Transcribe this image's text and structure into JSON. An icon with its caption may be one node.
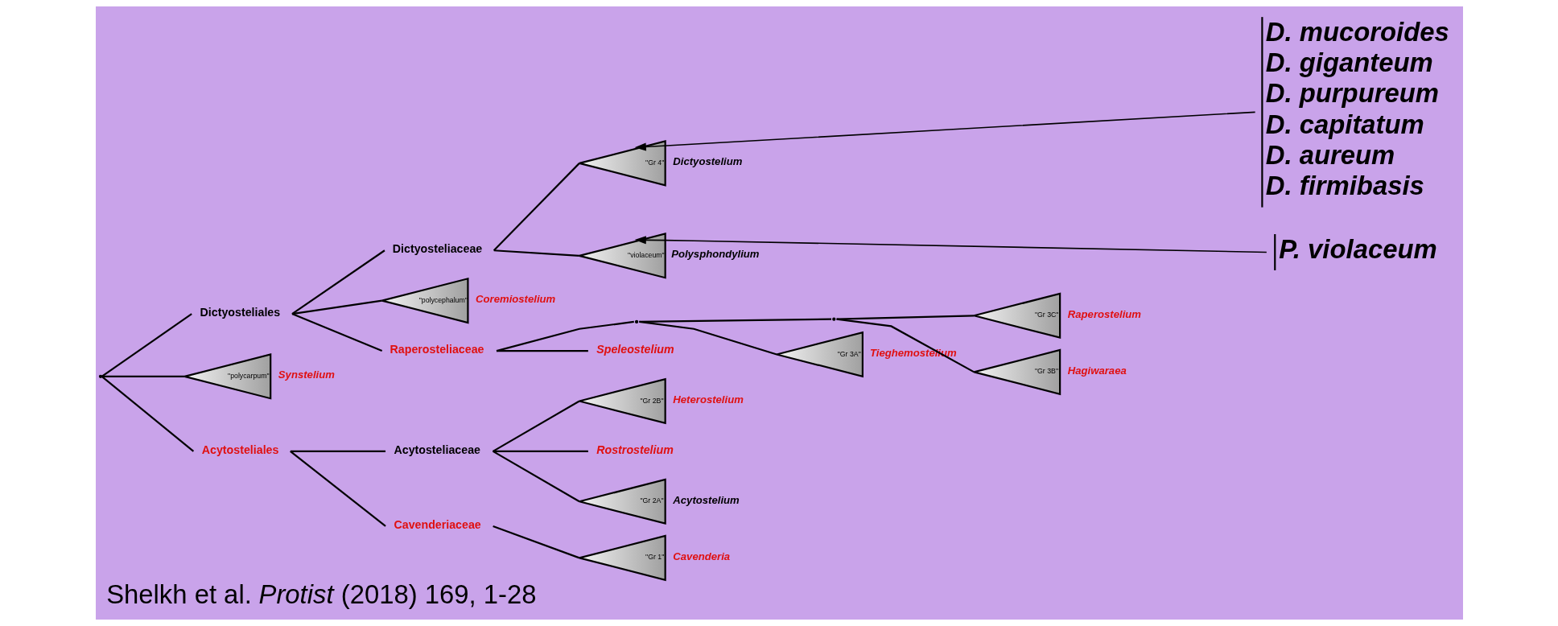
{
  "diagram": {
    "caption": "Shelkh et al. *Protist* (2018) 169, 1-28",
    "nodes": [
      {
        "text": [],
        "shape": "point"
      },
      {
        "text": [
          "Dictyosteliales"
        ]
      },
      {
        "text": [
          "Dictyosteliaceae"
        ]
      },
      {
        "text": [
          "\"Gr 4\""
        ],
        "beside": [
          "Dictyostelium"
        ]
      },
      {
        "text": [
          "\"violaceum\""
        ],
        "beside": [
          "Polysphondylium"
        ]
      },
      {
        "text": [
          "\"polycephalum\""
        ],
        "beside": [
          "Coremiostelium"
        ]
      },
      {
        "text": [
          "Raperosteliaceae"
        ]
      },
      {
        "text": [],
        "shape": "point"
      },
      {
        "text": [],
        "shape": "point"
      },
      {
        "text": [
          "\"Gr 3C\""
        ],
        "beside": [
          "Raperostelium"
        ]
      },
      {
        "text": [
          "\"Gr 3B\""
        ],
        "beside": [
          "Hagiwaraea"
        ]
      },
      {
        "text": [
          "\"Gr 3A\""
        ],
        "beside": [
          "Tieghemostelium"
        ]
      },
      {
        "text": [
          "Speleostelium"
        ]
      },
      {
        "text": [
          "\"polycarpum\""
        ],
        "beside": [
          "Synstelium"
        ]
      },
      {
        "text": [
          "Acytosteliales"
        ]
      },
      {
        "text": [
          "Acytosteliaceae"
        ]
      },
      {
        "text": [
          "\"Gr 2B\""
        ],
        "beside": [
          "Heterostelium"
        ]
      },
      {
        "text": [
          "Rostrostelium"
        ]
      },
      {
        "text": [
          "\"Gr 2A\""
        ],
        "beside": [
          "Acytostelium"
        ]
      },
      {
        "text": [
          "Cavenderiaceae"
        ]
      },
      {
        "text": [
          "\"Gr 1\""
        ],
        "beside": [
          "Cavenderia"
        ]
      },
      {
        "text": [
          "D. mucoroides",
          "D. giganteum",
          "D. purpureum",
          "D. capitatum",
          "D. aureum",
          "D. firmibasis"
        ]
      },
      {
        "text": [
          "P. violaceum"
        ]
      }
    ],
    "edges": [
      {
        "from": 0,
        "to": 1,
        "arrow": "none"
      },
      {
        "from": 0,
        "to": 13,
        "arrow": "none"
      },
      {
        "from": 0,
        "to": 14,
        "arrow": "none"
      },
      {
        "from": 1,
        "to": 2,
        "arrow": "none"
      },
      {
        "from": 1,
        "to": 5,
        "arrow": "none"
      },
      {
        "from": 1,
        "to": 6,
        "arrow": "none"
      },
      {
        "from": 2,
        "to": 3,
        "arrow": "none"
      },
      {
        "from": 2,
        "to": 4,
        "arrow": "none"
      },
      {
        "from": 6,
        "to": 7,
        "arrow": "none"
      },
      {
        "from": 6,
        "to": 12,
        "arrow": "none"
      },
      {
        "from": 7,
        "to": 8,
        "arrow": "none"
      },
      {
        "from": 7,
        "to": 11,
        "arrow": "none"
      },
      {
        "from": 8,
        "to": 9,
        "arrow": "none"
      },
      {
        "from": 8,
        "to": 10,
        "arrow": "none"
      },
      {
        "from": 14,
        "to": 15,
        "arrow": "none"
      },
      {
        "from": 14,
        "to": 19,
        "arrow": "none"
      },
      {
        "from": 15,
        "to": 16,
        "arrow": "none"
      },
      {
        "from": 15,
        "to": 17,
        "arrow": "none"
      },
      {
        "from": 15,
        "to": 18,
        "arrow": "none"
      },
      {
        "from": 19,
        "to": 20,
        "arrow": "none"
      },
      {
        "from": 21,
        "to": 3,
        "arrow": "to"
      },
      {
        "from": 22,
        "to": 4,
        "arrow": "to"
      }
    ]
  }
}
